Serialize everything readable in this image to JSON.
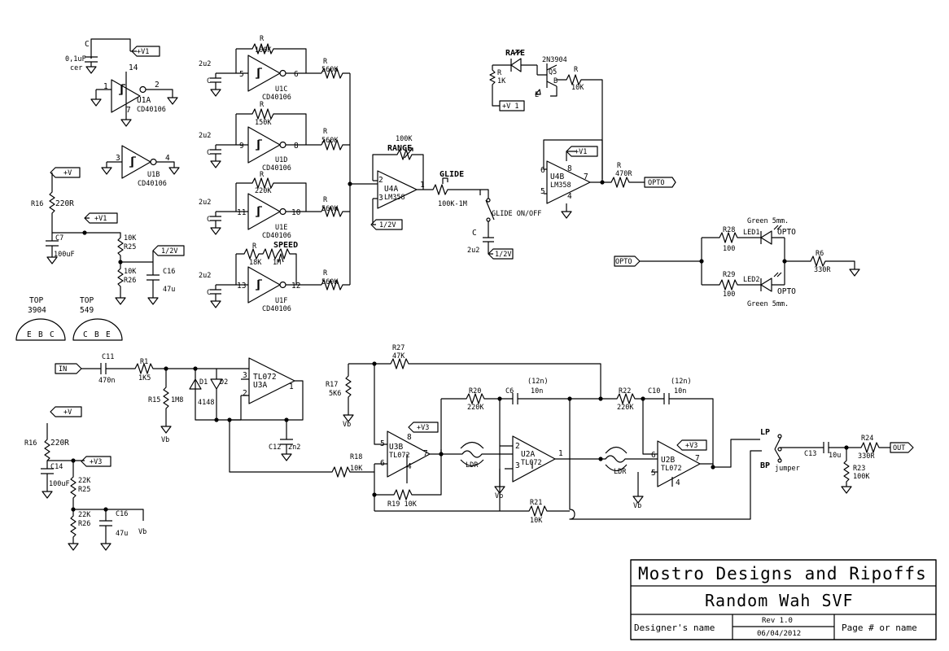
{
  "title_block": {
    "company": "Mostro Designs and Ripoffs",
    "project": "Random Wah SVF",
    "designer": "Designer's name",
    "rev": "Rev 1.0",
    "date": "06/04/2012",
    "page": "Page # or name"
  },
  "ports": {
    "plus_v1": "+V1",
    "plus_v": "+V",
    "plus_v3": "+V3",
    "half_v": "1/2V",
    "in": "IN",
    "out": "OUT",
    "opto": "OPTO",
    "v1_1": "+V 1"
  },
  "parts": {
    "osc": {
      "u1a": "U1A",
      "u1b": "U1B",
      "u1c": "U1C",
      "u1d": "U1D",
      "u1e": "U1E",
      "u1f": "U1F",
      "cd40106": "CD40106",
      "cap_c": "C",
      "cap_val": "0,1uF",
      "cer": "cer",
      "cap_2u2": "2u2",
      "r_100k": "100K",
      "r_150k": "150K",
      "r_220k": "220K",
      "r_18k": "18K",
      "r_560k": "560K",
      "r": "R",
      "m1": "1M",
      "speed": "SPEED",
      "pins": {
        "p14": "14",
        "p7": "7",
        "p1": "1",
        "p2": "2",
        "p3": "3",
        "p4": "4",
        "p5": "5",
        "p6": "6",
        "p8": "8",
        "p9": "9",
        "p10": "10",
        "p11": "11",
        "p12": "12",
        "p13": "13"
      }
    },
    "glide": {
      "u4a": "U4A",
      "lm358": "LM358",
      "range": "RANGE",
      "r100k": "100K",
      "glide": "GLIDE",
      "pot": "100K-1M",
      "onoff": "GLIDE ON/OFF",
      "c": "C",
      "c_val": "2u2",
      "pin2": "2",
      "pin3": "3",
      "pin1": "1"
    },
    "rate": {
      "rate": "RATE",
      "q5": "Q5",
      "type": "2N3904",
      "r": "R",
      "r1k": "1K",
      "r10k": "10K",
      "b": "B",
      "e": "E"
    },
    "u4b": {
      "name": "U4B",
      "lm358": "LM358",
      "r": "R",
      "r470": "470R",
      "pin6": "6",
      "pin5": "5",
      "pin7": "7",
      "pin8": "8",
      "pin4": "4"
    },
    "led": {
      "green1": "Green 5mm.",
      "green2": "Green 5mm.",
      "r28": "R28",
      "r29": "R29",
      "v100a": "100",
      "v100b": "100",
      "led1": "LED1",
      "led2": "LED2",
      "opto1": "OPTO",
      "opto2": "OPTO",
      "r6": "R6",
      "r330": "330R"
    },
    "supply1": {
      "r16": "R16",
      "r220": "220R",
      "c7": "C7",
      "c7_val": "100uF",
      "r10k_a": "10K",
      "r25": "R25",
      "r10k_b": "10K",
      "r26": "R26",
      "c16": "C16",
      "c16_val": "47u"
    },
    "pinout": {
      "top1": "TOP",
      "t3904": "3904",
      "top2": "TOP",
      "t549": "549",
      "ebc": [
        "E",
        "B",
        "C"
      ],
      "cbe": [
        "C",
        "B",
        "E"
      ]
    },
    "input": {
      "c11": "C11",
      "c11_val": "470n",
      "r1": "R1",
      "r1_val": "1K5",
      "r15": "R15",
      "r15_val": "1M8",
      "d1": "D1",
      "d2": "D2",
      "d_val": "4148",
      "u3a": "U3A",
      "tl072": "TL072",
      "c12": "C12",
      "c12_val": "2n2",
      "vb": "Vb",
      "pin3": "3",
      "pin2": "2",
      "pin1": "1"
    },
    "supply2": {
      "r16": "R16",
      "r220": "220R",
      "c14": "C14",
      "c14_val": "100uF",
      "r22k_a": "22K",
      "r25": "R25",
      "r22k_b": "22K",
      "r26": "R26",
      "c16": "C16",
      "c16_val": "47u",
      "vb": "Vb"
    },
    "svf": {
      "r27": "R27",
      "r27_val": "47K",
      "r17": "R17",
      "r17_val": "5K6",
      "vb": "Vb",
      "r20": "R20",
      "r20_val": "220K",
      "c6": "C6",
      "c6_note": "(12n)",
      "c6_val": "10n",
      "r22": "R22",
      "r22_val": "220K",
      "c10": "C10",
      "c10_note": "(12n)",
      "c10_val": "10n",
      "r18": "R18",
      "r18_val": "10K",
      "u3b": "U3B",
      "u2a": "U2A",
      "u2b": "U2B",
      "tl072": "TL072",
      "ldr": "LDR",
      "r19": "R19 10K",
      "r21": "R21",
      "r21_val": "10K",
      "lp": "LP",
      "bp": "BP",
      "jumper": "jumper",
      "c13": "C13",
      "c13_val": "10u",
      "r24": "R24",
      "r24_val": "330R",
      "r23": "R23",
      "r23_val": "100K",
      "pins": {
        "p5": "5",
        "p6": "6",
        "p7": "7",
        "p8": "8",
        "p4": "4",
        "p2": "2",
        "p3": "3",
        "p1": "1"
      }
    }
  }
}
